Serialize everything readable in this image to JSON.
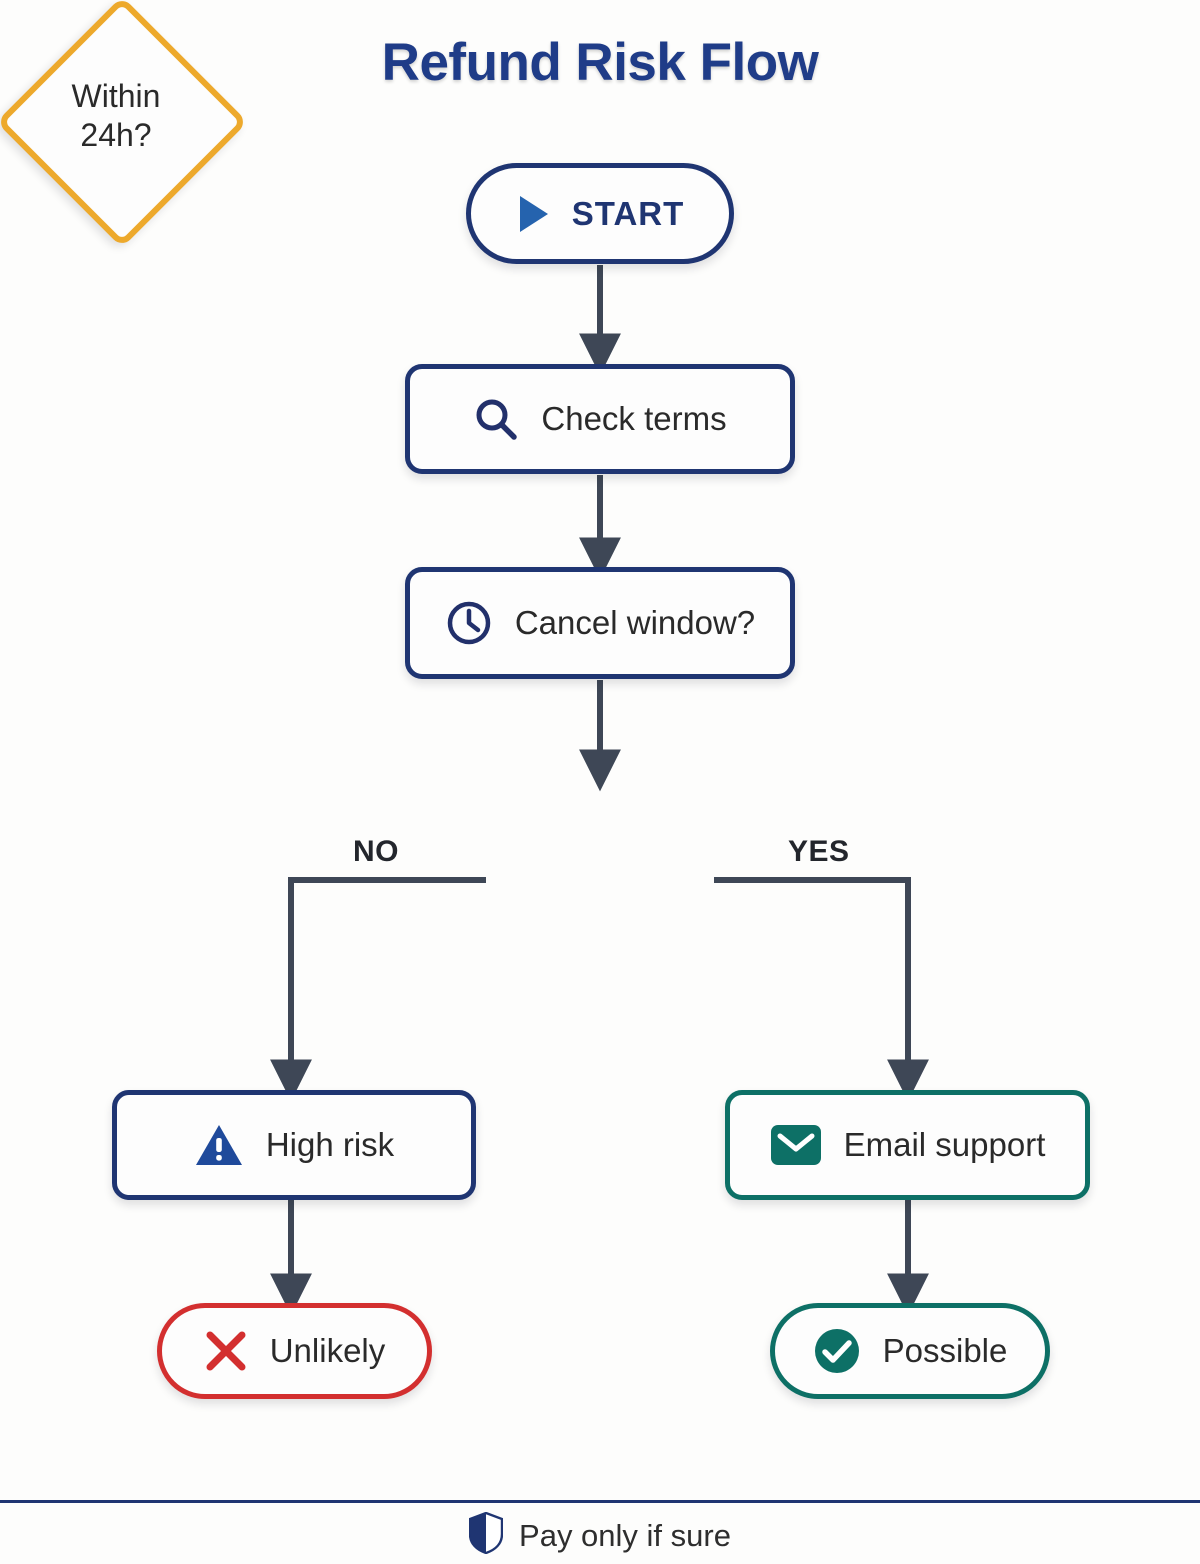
{
  "title": "Refund Risk Flow",
  "theme": {
    "background": "#fdfdfc",
    "navy": "#1F3572",
    "title_blue": "#1F3C88",
    "accent_blue": "#2563AE",
    "amber": "#EDA92C",
    "teal": "#0D7066",
    "red": "#D32F2F",
    "connector": "#3E4756",
    "text": "#2a2a2a"
  },
  "nodes": {
    "start": {
      "label": "START",
      "icon": "play-icon",
      "shape": "pill"
    },
    "check": {
      "label": "Check terms",
      "icon": "search-icon",
      "shape": "process"
    },
    "window": {
      "label": "Cancel window?",
      "icon": "clock-icon",
      "shape": "process"
    },
    "decision": {
      "line1": "Within",
      "line2": "24h?",
      "shape": "diamond"
    },
    "highrisk": {
      "label": "High risk",
      "icon": "warning-triangle-icon",
      "shape": "process"
    },
    "email": {
      "label": "Email support",
      "icon": "envelope-icon",
      "shape": "process"
    },
    "unlikely": {
      "label": "Unlikely",
      "icon": "x-mark-icon",
      "shape": "pill"
    },
    "possible": {
      "label": "Possible",
      "icon": "check-circle-icon",
      "shape": "pill"
    }
  },
  "branches": {
    "no": "NO",
    "yes": "YES"
  },
  "footer": {
    "text": "Pay only if sure",
    "icon": "shield-icon"
  }
}
